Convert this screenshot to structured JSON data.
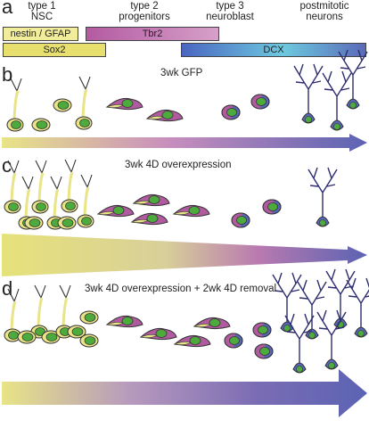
{
  "panels": {
    "a": {
      "letter": "a",
      "stages": [
        "type 1\nNSC",
        "type 2\nprogenitors",
        "type 3\nneuroblast",
        "postmitotic\nneurons"
      ],
      "markers": [
        "nestin / GFAP",
        "Tbr2",
        "Sox2",
        "DCX"
      ]
    },
    "b": {
      "letter": "b",
      "title": "3wk GFP"
    },
    "c": {
      "letter": "c",
      "title": "3wk 4D overexpression"
    },
    "d": {
      "letter": "d",
      "title": "3wk 4D overexpression + 2wk 4D removal"
    }
  },
  "colors": {
    "yellow": "#e8e487",
    "purple": "#b05aa0",
    "blue": "#5866b6",
    "nucleus_green": "#4daa3c"
  }
}
